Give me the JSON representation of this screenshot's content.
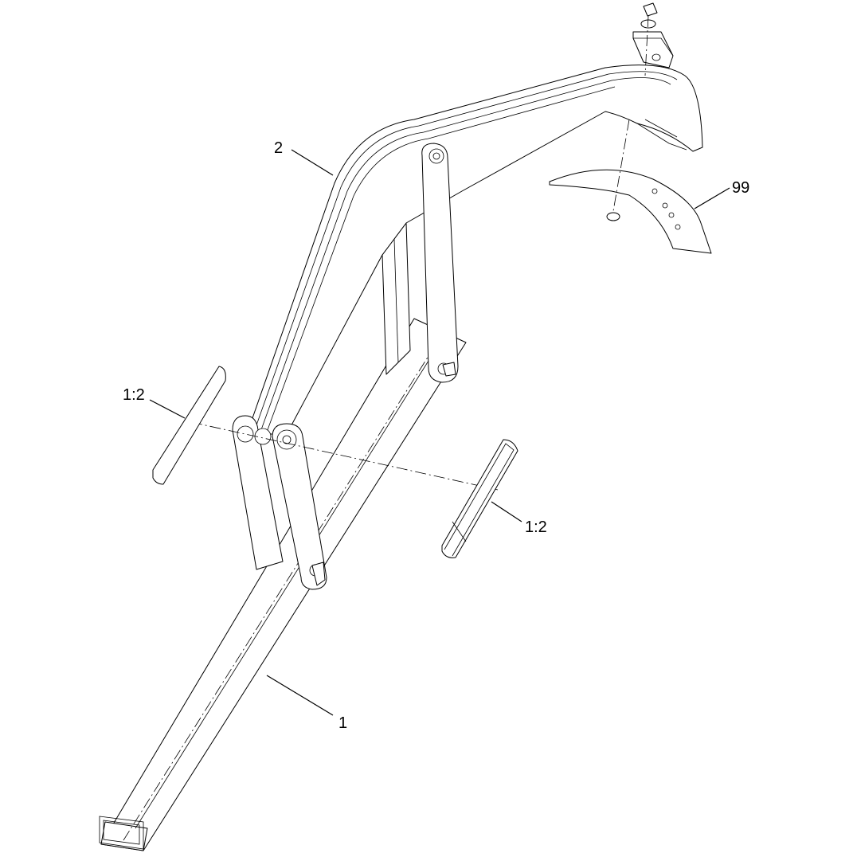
{
  "diagram": {
    "callouts": {
      "main_tube": "1",
      "upper_arm": "2",
      "decal_left": "1:2",
      "decal_right": "1:2",
      "skid_shoe": "99"
    }
  }
}
